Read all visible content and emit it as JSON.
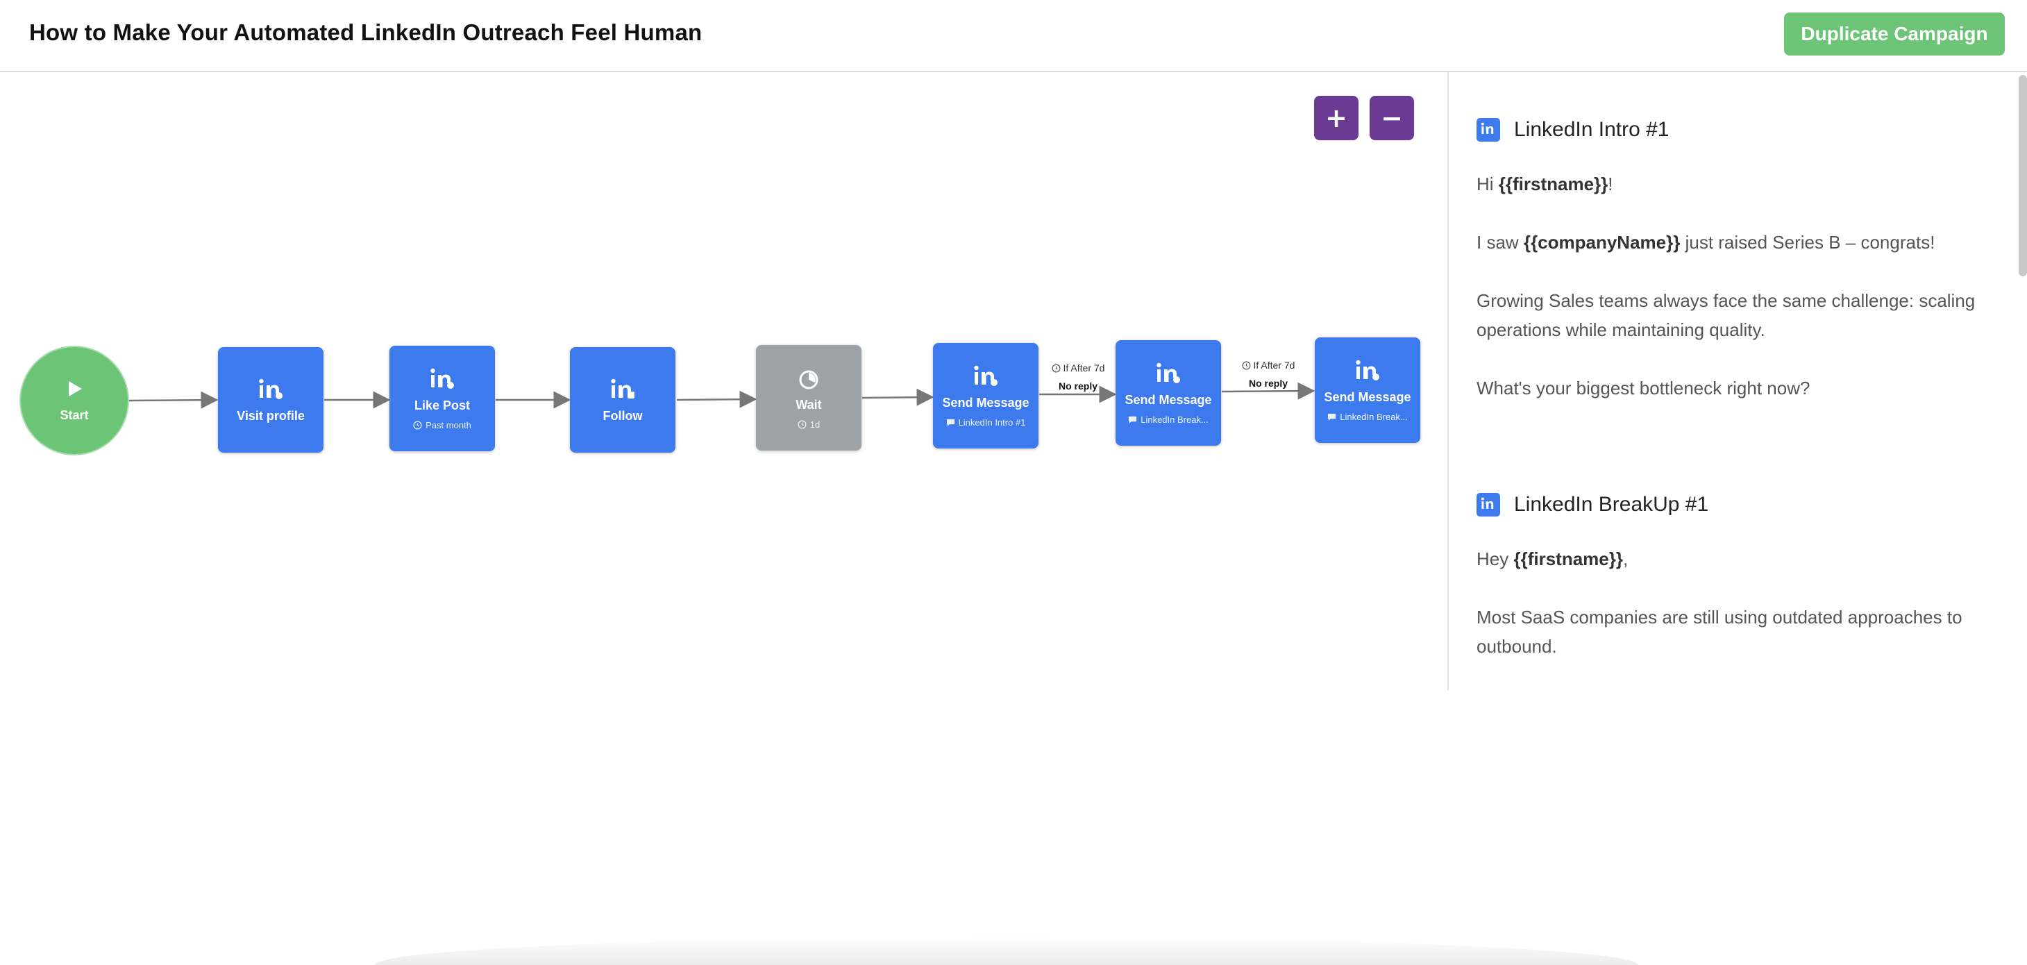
{
  "header": {
    "title": "How to Make Your Automated LinkedIn Outreach Feel Human",
    "duplicate_label": "Duplicate Campaign"
  },
  "zoom": {
    "in_label": "+",
    "out_label": "−"
  },
  "flow": {
    "start_label": "Start",
    "nodes": [
      {
        "label": "Visit profile",
        "sub": "",
        "icon": "linkedin-icon"
      },
      {
        "label": "Like Post",
        "sub": "Past month",
        "icon": "linkedin-icon"
      },
      {
        "label": "Follow",
        "sub": "",
        "icon": "linkedin-icon"
      },
      {
        "label": "Wait",
        "sub": "1d",
        "icon": "timer-icon"
      },
      {
        "label": "Send Message",
        "sub": "LinkedIn Intro #1",
        "icon": "linkedin-icon"
      },
      {
        "label": "Send Message",
        "sub": "LinkedIn Break...",
        "icon": "linkedin-icon"
      },
      {
        "label": "Send Message",
        "sub": "LinkedIn Break...",
        "icon": "linkedin-icon"
      }
    ],
    "edges": [
      {
        "condition": "If After 7d",
        "result": "No reply"
      },
      {
        "condition": "If After 7d",
        "result": "No reply"
      }
    ]
  },
  "panel": {
    "messages": [
      {
        "title": "LinkedIn Intro #1",
        "lines": [
          {
            "pre": "Hi ",
            "var": "{{firstname}}",
            "post": "!"
          },
          {
            "pre": "I saw ",
            "var": "{{companyName}}",
            "post": " just raised Series B – congrats!"
          },
          {
            "pre": "Growing Sales teams always face the same challenge: scaling operations while maintaining quality.",
            "var": "",
            "post": ""
          },
          {
            "pre": "What's your biggest bottleneck right now?",
            "var": "",
            "post": ""
          }
        ]
      },
      {
        "title": "LinkedIn BreakUp #1",
        "lines": [
          {
            "pre": "Hey ",
            "var": "{{firstname}}",
            "post": ","
          },
          {
            "pre": "Most SaaS companies are still using outdated approaches to outbound.",
            "var": "",
            "post": ""
          }
        ]
      }
    ]
  },
  "colors": {
    "node_blue": "#3d7aee",
    "start_green": "#6cc576",
    "wait_gray": "#9ea1a6",
    "zoom_purple": "#6b3b94"
  }
}
